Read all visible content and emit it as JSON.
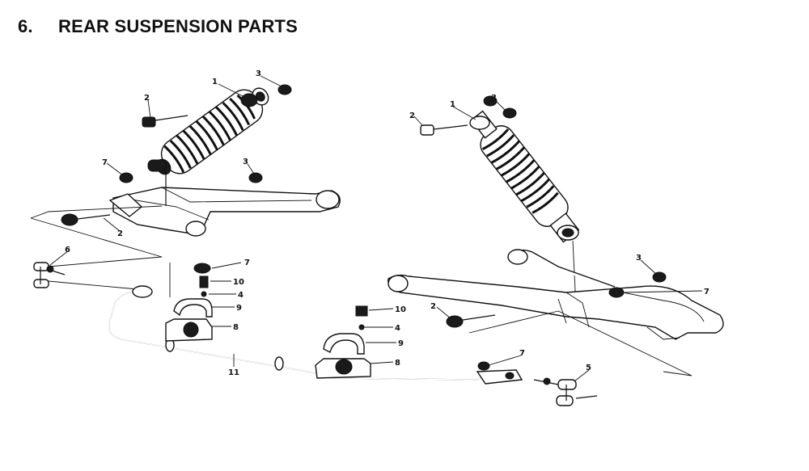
{
  "section": {
    "number": "6.",
    "title": "REAR SUSPENSION PARTS"
  },
  "callouts": {
    "c1a": "1",
    "c2a": "2",
    "c3a": "3",
    "c7a": "7",
    "c3b": "3",
    "c2b": "2",
    "c6a": "6",
    "c1b": "1",
    "c2c": "2",
    "c3c": "3",
    "c7b": "7",
    "c10a": "10",
    "c4a": "4",
    "c9a": "9",
    "c8a": "8",
    "c11": "11",
    "c10b": "10",
    "c4b": "4",
    "c9b": "9",
    "c8b": "8",
    "c3d": "3",
    "c7c": "7",
    "c2d": "2",
    "c7d": "7",
    "c5": "5"
  }
}
